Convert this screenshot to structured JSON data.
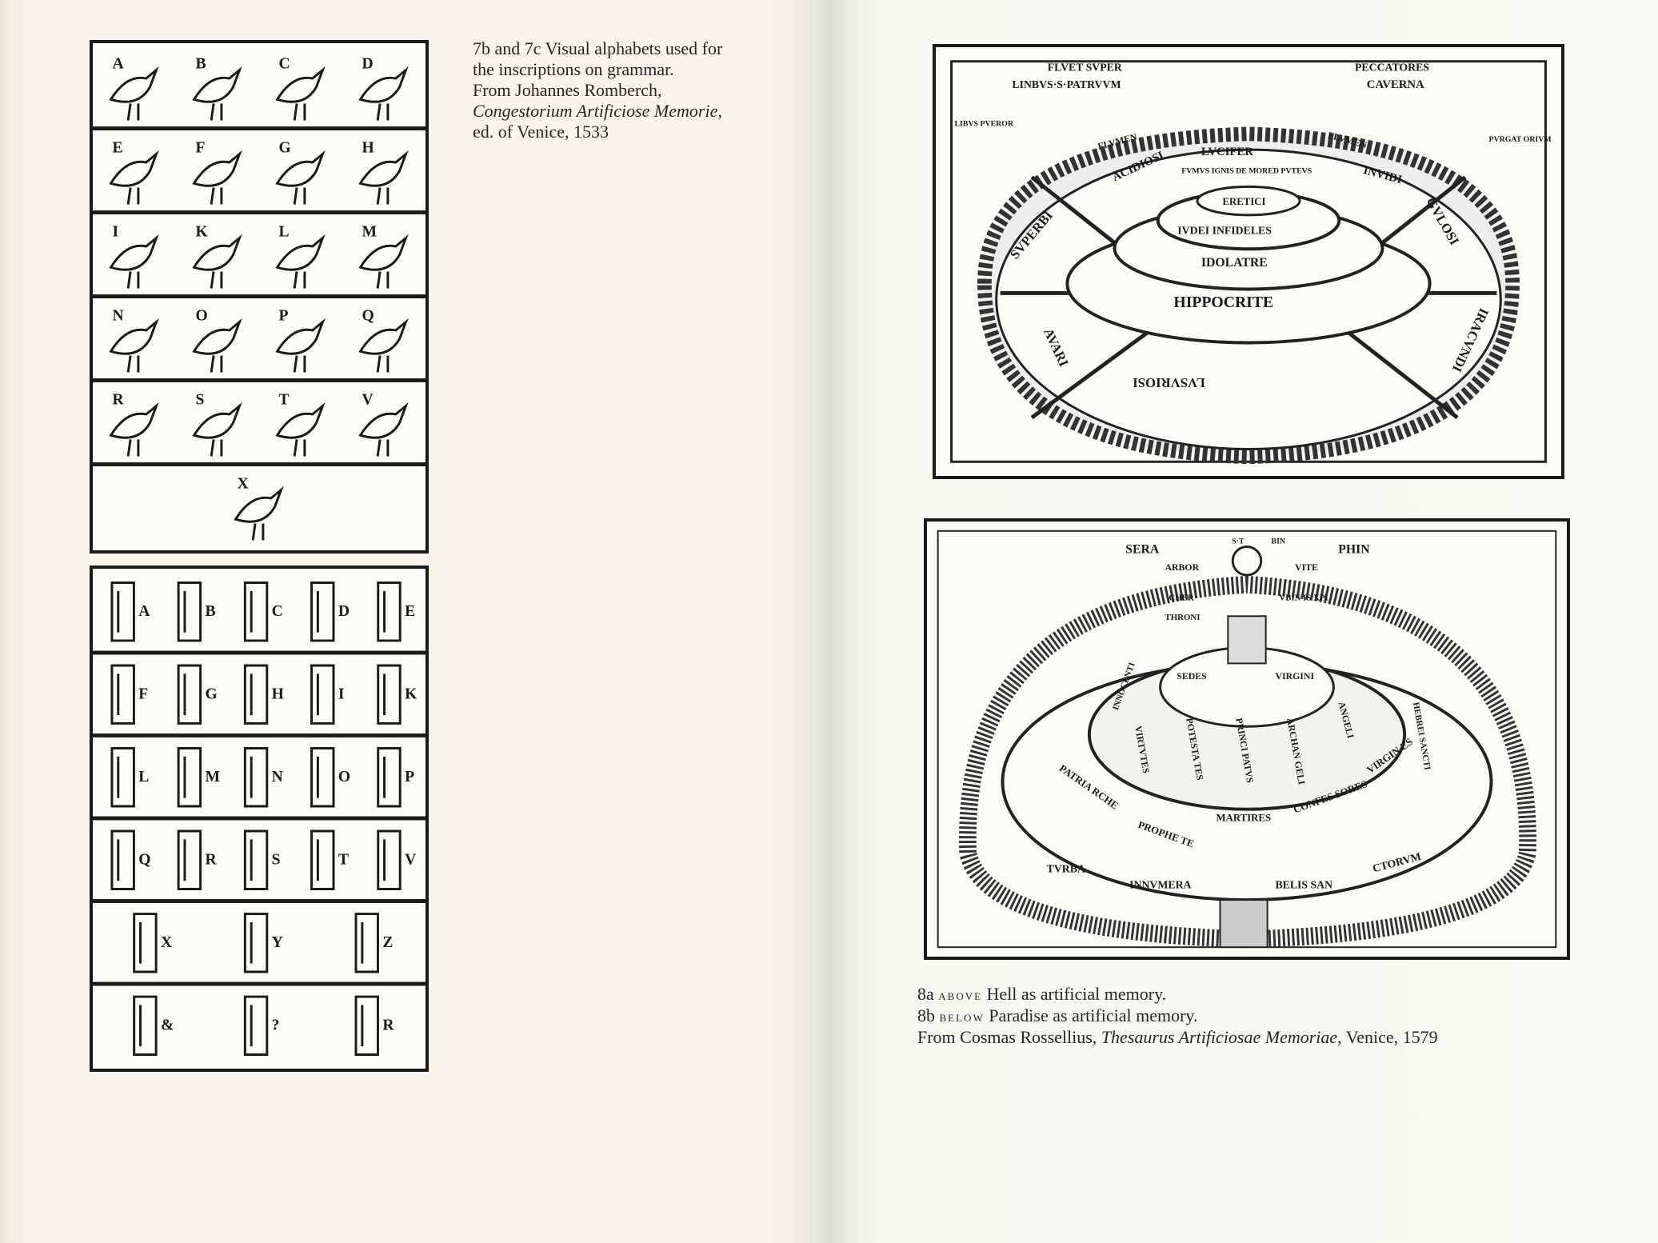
{
  "left_page": {
    "caption": {
      "line1": "7b and 7c Visual alphabets used for",
      "line2": "the inscriptions on grammar.",
      "line3": "From Johannes Romberch,",
      "line4_italic": "Congestorium Artificiose Memorie,",
      "line5": "ed. of Venice, 1533"
    },
    "figure_7b": {
      "rows": [
        [
          "A",
          "B",
          "C",
          "D"
        ],
        [
          "E",
          "F",
          "G",
          "H"
        ],
        [
          "I",
          "K",
          "L",
          "M"
        ],
        [
          "N",
          "O",
          "P",
          "Q"
        ],
        [
          "R",
          "S",
          "T",
          "V"
        ],
        [
          "X"
        ]
      ]
    },
    "figure_7c": {
      "rows": [
        [
          "A",
          "B",
          "C",
          "D",
          "E"
        ],
        [
          "F",
          "G",
          "H",
          "I",
          "K"
        ],
        [
          "L",
          "M",
          "N",
          "O",
          "P"
        ],
        [
          "Q",
          "R",
          "S",
          "T",
          "V"
        ],
        [
          "X",
          "Y",
          "Z"
        ],
        [
          "&",
          "?",
          "R"
        ]
      ]
    }
  },
  "right_page": {
    "figure_8a": {
      "labels": {
        "top_left": "FLVET SVPER",
        "top_left2": "LINBVS·S·PATRVVM",
        "top_right": "PECCATORES",
        "top_right2": "CAVERNA",
        "left": "LIBVS PVEROR",
        "right": "PVRGAT ORIVM",
        "river_left": "FLVMEN",
        "river_right": "FLVMEN",
        "lucifer": "LVCIFER",
        "fumus": "FVMVS IGNIS DE MORED PVTEVS",
        "acidiosi": "ACIDIOSI",
        "invidi": "INVIDI",
        "superbi": "SVPERBI",
        "gulosi": "GVLOSI",
        "eretici": "ERETICI",
        "iudei": "IVDEI INFIDELES",
        "idolatre": "IDOLATRE",
        "hippocrite": "HIPPOCRITE",
        "avari": "AVARI",
        "iracundi": "IRACVNDI",
        "lusuriosi": "LVSVRIOSI"
      }
    },
    "figure_8b": {
      "labels": {
        "sera": "SERA",
        "s_t": "S·T",
        "bin": "BIN",
        "phin": "PHIN",
        "arbor": "ARBOR",
        "vite": "VITE",
        "cher": "CHER",
        "throni": "THRONI",
        "vbin": "VBIN IS XPI",
        "sedes": "SEDES",
        "virgini": "VIRGINI",
        "innocenti": "INNOCENTI",
        "virtutes": "VIRTVTES",
        "potestates": "POTESTA TES",
        "principatus": "PRINCI PATVS",
        "archangeli": "ARCHAN GELI",
        "angeli": "ANGELI",
        "hebrei": "HEBREI SANCTI",
        "patriarche": "PATRIA RCHE",
        "prophete": "PROPHE TE",
        "martires": "MARTIRES",
        "confessores": "CONFES SORES",
        "virgines": "VIRGIN ES",
        "turba": "TVRBA",
        "innumera": "INNVMERA",
        "belis": "BELIS SAN",
        "ctorum": "CTORVM"
      }
    },
    "caption": {
      "line1_num": "8a",
      "line1_sc": "above",
      "line1_text": "Hell as artificial memory.",
      "line2_num": "8b",
      "line2_sc": "below",
      "line2_text": "Paradise as artificial memory.",
      "line3_pre": "From Cosmas Rossellius,",
      "line3_italic": "Thesaurus Artificiosae Memoriae",
      "line3_post": ", Venice, 1579"
    }
  }
}
